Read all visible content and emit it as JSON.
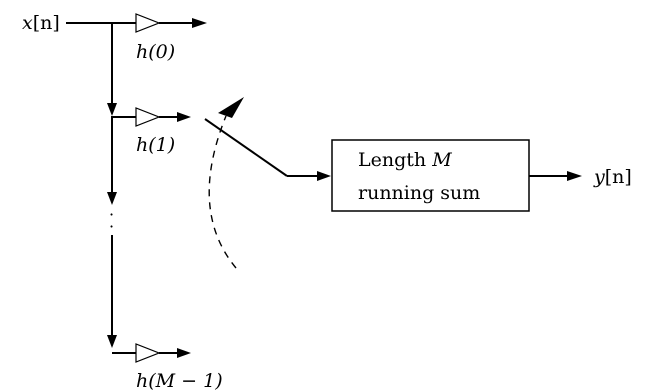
{
  "input": {
    "name": "x",
    "arg": "[n]"
  },
  "output": {
    "name": "y",
    "arg": "[n]"
  },
  "taps": [
    {
      "pre": "h(0)",
      "var": "",
      "post": ""
    },
    {
      "pre": "h(1)",
      "var": "",
      "post": ""
    },
    {
      "pre": "h(",
      "var": "M",
      "post": " − 1)"
    }
  ],
  "ellipsis": "·\n·",
  "block": {
    "line1": "Length ",
    "line1_var": "M",
    "line2": "running sum"
  }
}
